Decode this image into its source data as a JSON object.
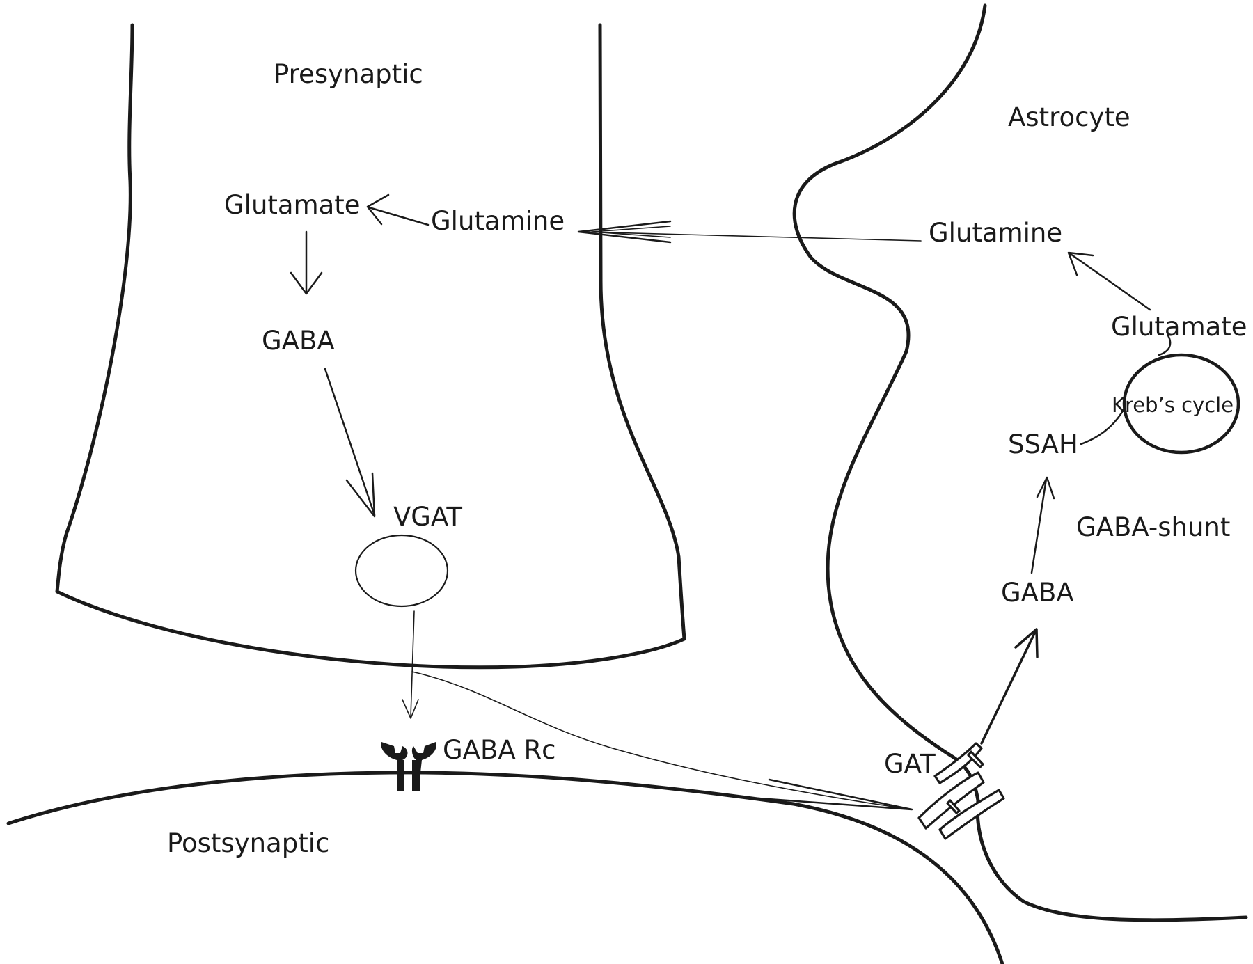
{
  "regions": {
    "presynaptic": "Presynaptic",
    "postsynaptic": "Postsynaptic",
    "astrocyte": "Astrocyte"
  },
  "presynaptic_molecules": {
    "glutamate": "Glutamate",
    "glutamine": "Glutamine",
    "gaba": "GABA",
    "vgat": "VGAT"
  },
  "synapse": {
    "gaba_receptor": "GABA Rc",
    "gat": "GAT"
  },
  "astrocyte_molecules": {
    "glutamine": "Glutamine",
    "glutamate": "Glutamate",
    "krebs_cycle": "Kreb’s cycle",
    "ssah": "SSAH",
    "gaba_shunt": "GABA-shunt",
    "gaba": "GABA"
  }
}
